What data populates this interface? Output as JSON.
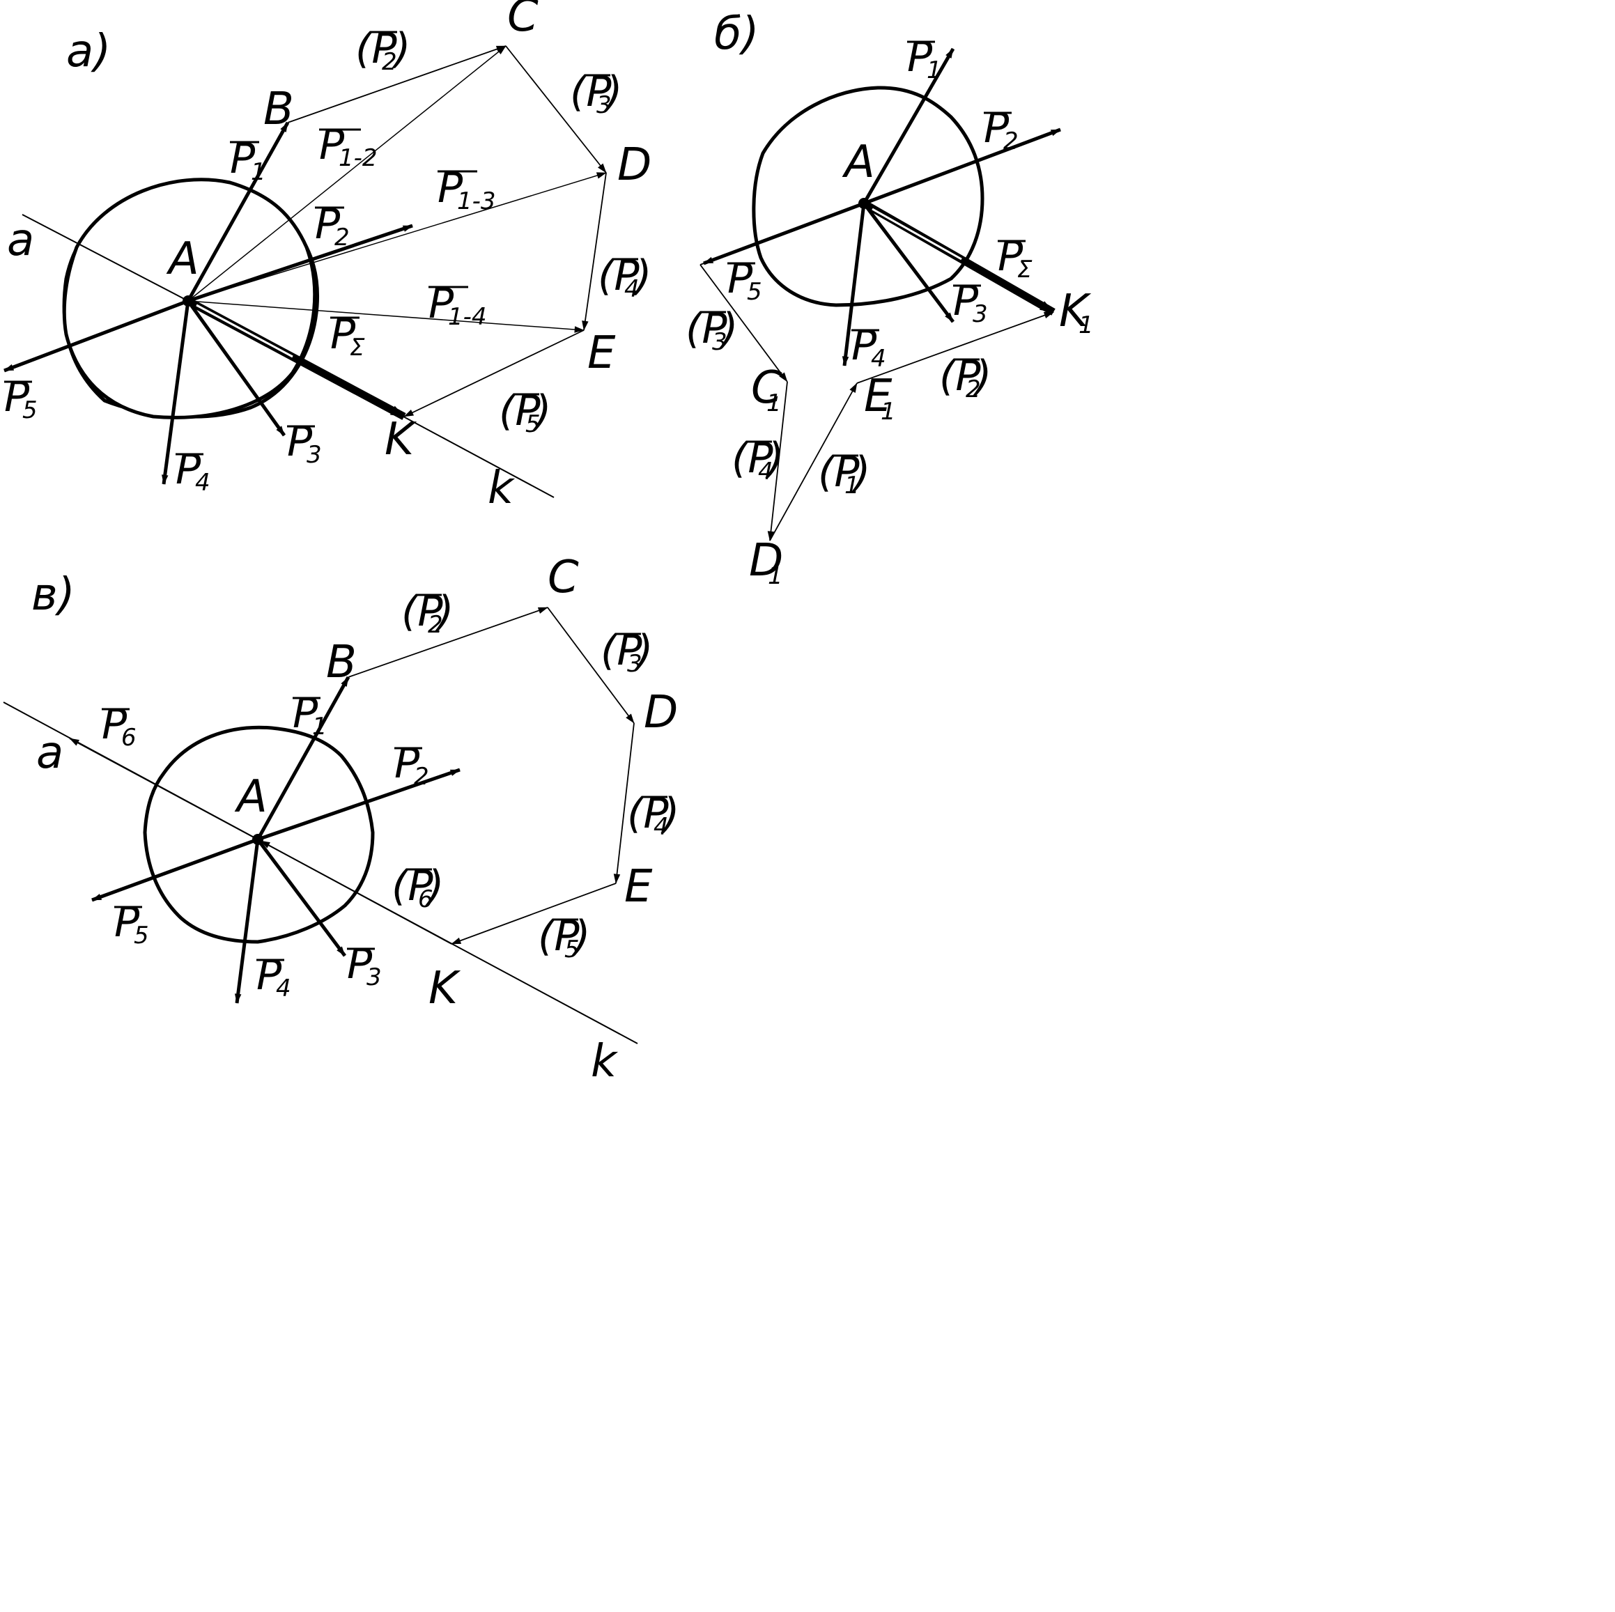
{
  "colors": {
    "ink": "#000000",
    "paper": "#ffffff"
  },
  "panels": {
    "a": {
      "title": "а)",
      "points": {
        "A": "A",
        "B": "B",
        "C": "C",
        "D": "D",
        "E": "E",
        "K": "K"
      },
      "lines": {
        "a": "a",
        "k": "k"
      },
      "forces": {
        "P1": {
          "letter": "P",
          "index": "1"
        },
        "P2": {
          "letter": "P",
          "index": "2"
        },
        "P3": {
          "letter": "P",
          "index": "3"
        },
        "P4": {
          "letter": "P",
          "index": "4"
        },
        "P5": {
          "letter": "P",
          "index": "5"
        },
        "PS": {
          "letter": "P",
          "index": "Σ"
        },
        "P12": {
          "letter": "P",
          "index": "1-2"
        },
        "P13": {
          "letter": "P",
          "index": "1-3"
        },
        "P14": {
          "letter": "P",
          "index": "1-4"
        }
      },
      "polygon_labels": {
        "P2": {
          "letter": "(P",
          "index": "2",
          "close": ")"
        },
        "P3": {
          "letter": "(P",
          "index": "3",
          "close": ")"
        },
        "P4": {
          "letter": "(P",
          "index": "4",
          "close": ")"
        },
        "P5": {
          "letter": "(P",
          "index": "5",
          "close": ")"
        }
      }
    },
    "b": {
      "title": "б)",
      "points": {
        "A": "A",
        "C1": {
          "letter": "C",
          "index": "1"
        },
        "D1": {
          "letter": "D",
          "index": "1"
        },
        "E1": {
          "letter": "E",
          "index": "1"
        },
        "K1": {
          "letter": "K",
          "index": "1"
        }
      },
      "forces": {
        "P1": {
          "letter": "P",
          "index": "1"
        },
        "P2": {
          "letter": "P",
          "index": "2"
        },
        "P3": {
          "letter": "P",
          "index": "3"
        },
        "P4": {
          "letter": "P",
          "index": "4"
        },
        "P5": {
          "letter": "P",
          "index": "5"
        },
        "PS": {
          "letter": "P",
          "index": "Σ"
        }
      },
      "polygon_labels": {
        "P1": {
          "letter": "(P",
          "index": "1",
          "close": ")"
        },
        "P2": {
          "letter": "(P",
          "index": "2",
          "close": ")"
        },
        "P3": {
          "letter": "(P",
          "index": "3",
          "close": ")"
        },
        "P4": {
          "letter": "(P",
          "index": "4",
          "close": ")"
        }
      }
    },
    "c": {
      "title": "в)",
      "points": {
        "A": "A",
        "B": "B",
        "C": "C",
        "D": "D",
        "E": "E",
        "K": "K"
      },
      "lines": {
        "a": "a",
        "k": "k"
      },
      "forces": {
        "P1": {
          "letter": "P",
          "index": "1"
        },
        "P2": {
          "letter": "P",
          "index": "2"
        },
        "P3": {
          "letter": "P",
          "index": "3"
        },
        "P4": {
          "letter": "P",
          "index": "4"
        },
        "P5": {
          "letter": "P",
          "index": "5"
        },
        "P6": {
          "letter": "P",
          "index": "6"
        }
      },
      "polygon_labels": {
        "P2": {
          "letter": "(P",
          "index": "2",
          "close": ")"
        },
        "P3": {
          "letter": "(P",
          "index": "3",
          "close": ")"
        },
        "P4": {
          "letter": "(P",
          "index": "4",
          "close": ")"
        },
        "P5": {
          "letter": "(P",
          "index": "5",
          "close": ")"
        },
        "P6": {
          "letter": "(P",
          "index": "6",
          "close": ")"
        }
      }
    }
  }
}
